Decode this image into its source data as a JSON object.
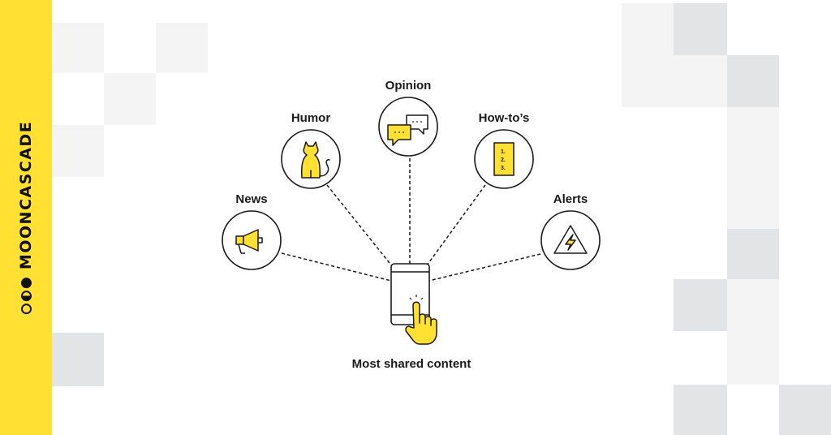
{
  "brand": {
    "name": "MOONCASCADE"
  },
  "center_label": "Most shared content",
  "categories": [
    {
      "label": "News",
      "icon": "megaphone-icon"
    },
    {
      "label": "Humor",
      "icon": "cat-icon"
    },
    {
      "label": "Opinion",
      "icon": "speech-bubbles-icon"
    },
    {
      "label": "How-to’s",
      "icon": "numbered-list-icon"
    },
    {
      "label": "Alerts",
      "icon": "warning-lightning-icon"
    }
  ],
  "colors": {
    "accent": "#FFE033",
    "tile_light": "#F4F4F5",
    "tile_dark": "#E3E4E6",
    "ink": "#1A1A1A"
  }
}
